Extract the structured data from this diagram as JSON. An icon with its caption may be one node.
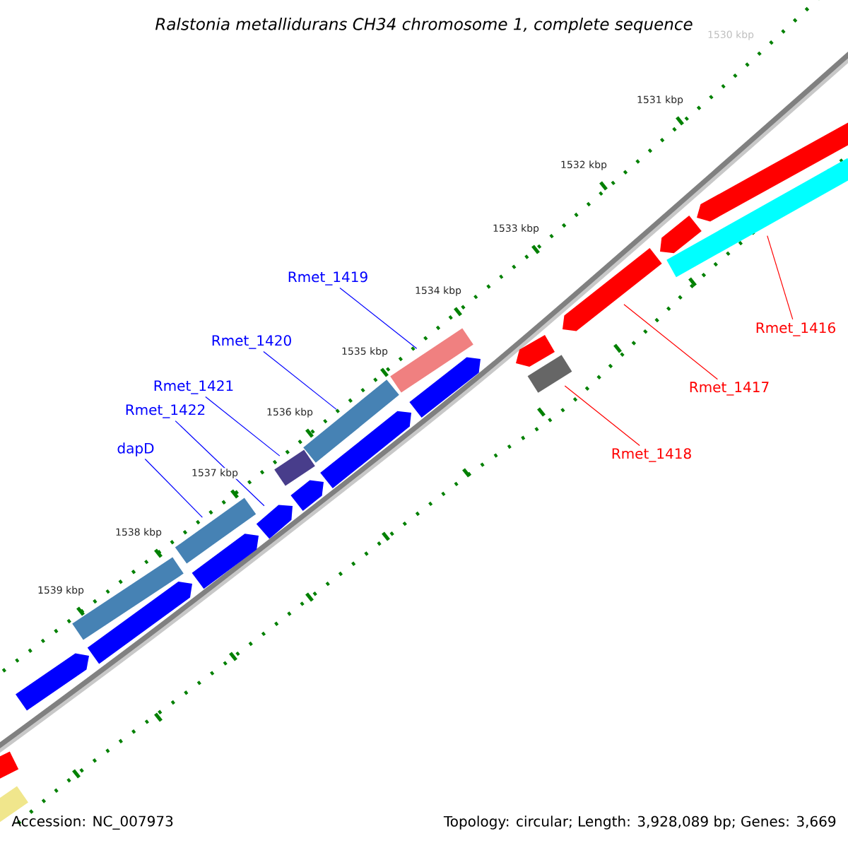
{
  "diagram": {
    "title": "Ralstonia metallidurans CH34 chromosome 1, complete sequence",
    "nodes": [
      {
        "text": [
          "Rmet_1419"
        ]
      },
      {
        "text": [
          "Rmet_1420"
        ]
      },
      {
        "text": [
          "Rmet_1421"
        ]
      },
      {
        "text": [
          "Rmet_1422"
        ]
      },
      {
        "text": [
          "dapD"
        ]
      },
      {
        "text": [
          "Rmet_1416"
        ]
      },
      {
        "text": [
          "Rmet_1417"
        ]
      },
      {
        "text": [
          "Rmet_1418"
        ]
      },
      {
        "text": [],
        "shape": "bar"
      },
      {
        "text": [],
        "shape": "bar"
      },
      {
        "text": [],
        "shape": "bar"
      },
      {
        "text": [],
        "shape": "bar"
      },
      {
        "text": [],
        "shape": "bar"
      },
      {
        "text": [],
        "shape": "bar"
      },
      {
        "text": [],
        "shape": "bar"
      },
      {
        "text": [],
        "shape": "bar"
      },
      {
        "text": [],
        "shape": "bar"
      },
      {
        "text": [],
        "shape": "bar"
      },
      {
        "text": [],
        "shape": "bar"
      },
      {
        "text": [],
        "shape": "bar"
      },
      {
        "text": [],
        "shape": "bar"
      },
      {
        "text": [],
        "shape": "bar"
      },
      {
        "text": [],
        "shape": "bar"
      },
      {
        "text": [],
        "shape": "bar"
      },
      {
        "text": [],
        "shape": "bar"
      },
      {
        "text": [],
        "shape": "bar"
      },
      {
        "text": [],
        "shape": "bar"
      },
      {
        "text": [],
        "shape": "bar"
      }
    ],
    "edges": [
      {
        "from": 0,
        "to": 20,
        "arrow": "none"
      },
      {
        "from": 1,
        "to": 18,
        "arrow": "none"
      },
      {
        "from": 2,
        "to": 16,
        "arrow": "none"
      },
      {
        "from": 3,
        "to": 15,
        "arrow": "none"
      },
      {
        "from": 4,
        "to": 13,
        "arrow": "none"
      },
      {
        "from": 5,
        "to": 26,
        "arrow": "none",
        "color": "#ff0000"
      },
      {
        "from": 6,
        "to": 24,
        "arrow": "none",
        "color": "#ff0000"
      },
      {
        "from": 7,
        "to": 23,
        "arrow": "none",
        "color": "#ff0000"
      }
    ],
    "labels": [
      "1530 kbp",
      "1531 kbp",
      "1532 kbp",
      "1533 kbp",
      "1534 kbp",
      "1535 kbp",
      "1536 kbp",
      "1537 kbp",
      "1538 kbp",
      "1539 kbp",
      "Accession: NC_007973",
      "Topology: circular; Length: 3,928,089 bp; Genes: 3,669"
    ]
  }
}
